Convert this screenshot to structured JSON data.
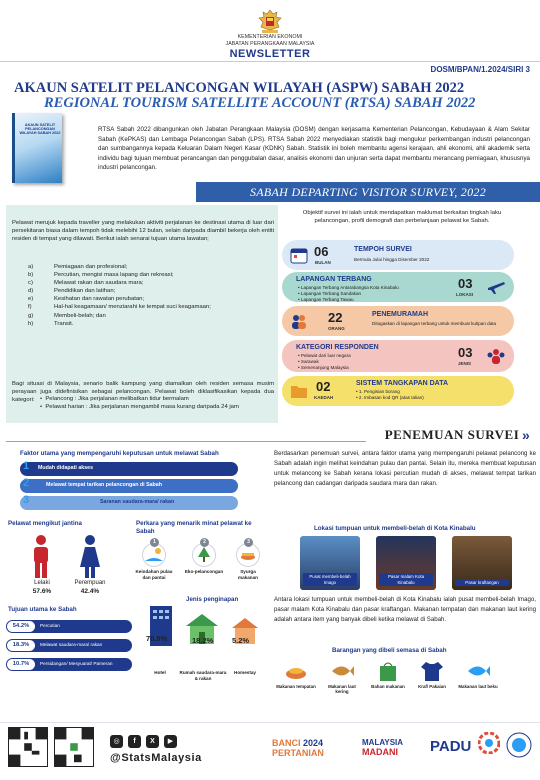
{
  "header": {
    "org_line1": "KEMENTERIAN EKONOMI",
    "org_line2": "JABATAN PERANGKAAN MALAYSIA",
    "newsletter": "NEWSLETTER",
    "code": "DOSM/BPAN/1.2024/SIRI 3"
  },
  "title": {
    "malay": "AKAUN SATELIT PELANCONGAN WILAYAH (ASPW) SABAH 2022",
    "english": "REGIONAL TOURISM SATELLITE ACCOUNT (RTSA) SABAH 2022"
  },
  "cover": {
    "text": "AKAUN SATELIT PELANCONGAN WILAYAH SABAH 2022"
  },
  "intro": "RTSA Sabah 2022 dibangunkan oleh Jabatan Perangkaan Malaysia (DOSM) dengan kerjasama Kementerian Pelancongan, Kebudayaan & Alam Sekitar Sabah (KePKAS) dan Lembaga Pelancongan Sabah (LPS). RTSA Sabah 2022 menyediakan statistik bagi mengukur perkembangan industri pelancongan dan sumbangannya kepada Keluaran Dalam Negeri Kasar (KDNK) Sabah. Statistik ini boleh membantu agensi kerajaan, ahli ekonomi, ahli akademik serta individu bagi tujuan membuat perancangan dan penggubalan dasar, analisis ekonomi dan unjuran serta dapat membantu merancang perniagaan, khususnya industri pelancongan.",
  "banner": "SABAH DEPARTING VISITOR SURVEY, 2022",
  "definition": {
    "p1": "Pelawat merujuk kepada traveller yang melakukan aktiviti perjalanan ke destinasi utama di luar dari persekitaran biasa dalam tempoh tidak melebihi 12 bulan, selain daripada diambil bekerja oleh entiti residen di tempat yang dilawati. Berikut ialah senarai tujuan utama lawatan;",
    "list": [
      {
        "k": "a)",
        "v": "Pemiagaan dan profesional;"
      },
      {
        "k": "b)",
        "v": "Percutian, mengisi masa lapang dan rekreasi;"
      },
      {
        "k": "c)",
        "v": "Melawat rakan dan saudara mara;"
      },
      {
        "k": "d)",
        "v": "Pendidikan dan latihan;"
      },
      {
        "k": "e)",
        "v": "Kesihatan dan rawatan perubatan;"
      },
      {
        "k": "f)",
        "v": "Hal-hal keagamaan/ menziarahi ke tempat suci keagamaan;"
      },
      {
        "k": "g)",
        "v": "Membeli-belah; dan"
      },
      {
        "k": "h)",
        "v": "Transit."
      }
    ],
    "p2": "Bagi situasi di Malaysia, senario balik kampung yang diamalkan oleh residen semasa musim perayaan juga didefinisikan sebagai pelancongan. Pelawat boleh diklasifikasikan kepada dua kategori:",
    "sub": [
      "Pelancong        : Jika perjalanan melibatkan tidur bermalam",
      "Pelawat harian  : Jika perjalanan mengambil masa kurang daripada 24 jam"
    ]
  },
  "objective": "Objektif survei ini ialah untuk mendapatkan maklumat berkaitan tingkah laku pelancongan, profil demografi dan perbelanjaan pelawat ke Sabah.",
  "survey": {
    "period": {
      "num": "06",
      "unit": "BULAN",
      "title": "TEMPOH SURVEI",
      "text": "Bermula Julai hingga Disember 2022"
    },
    "fields": {
      "num": "03",
      "unit": "LOKASI",
      "title": "LAPANGAN TERBANG",
      "items": [
        "Lapangan Terbang Antarabangsa Kota Kinabalu",
        "Lapangan Terbang Sandakan",
        "Lapangan Terbang Tawau"
      ]
    },
    "enumerators": {
      "num": "22",
      "unit": "ORANG",
      "title": "PENEMURAMAH",
      "text": "Ditugaskan di lapangan terbang untuk membuat kutipan data"
    },
    "categories": {
      "num": "03",
      "unit": "JENIS",
      "title": "KATEGORI RESPONDEN",
      "items": [
        "Pelawat dari luar negara",
        "Sarawak",
        "Semenanjung Malaysia"
      ]
    },
    "methods": {
      "num": "02",
      "unit": "KAEDAH",
      "title": "SISTEM TANGKAPAN DATA",
      "items": [
        "1. Pengisian borang",
        "2. Imbasan kod QR (atas talian)"
      ]
    }
  },
  "findings": {
    "heading": "PENEMUAN SURVEI",
    "factors": {
      "title": "Faktor utama yang mempengaruhi keputusan untuk melawat Sabah",
      "items": [
        {
          "n": "1",
          "label": "Mudah didapati",
          "label_full": "Mudah didapati akses"
        },
        {
          "n": "2",
          "label": "Melawat tempat tarikan pelancongan di Sabah"
        },
        {
          "n": "3",
          "label": "Saranan saudara-mara/ rakan"
        }
      ]
    },
    "gender": {
      "title": "Pelawat mengikut jantina",
      "male_label": "Lelaki",
      "male_pct": "57.6%",
      "female_label": "Perempuan",
      "female_pct": "42.4%"
    },
    "attractions": {
      "title": "Perkara yang menarik minat pelawat ke Sabah",
      "items": [
        {
          "n": "1",
          "label": "Keindahan pulau dan pantai"
        },
        {
          "n": "2",
          "label": "Eko-pelancongan"
        },
        {
          "n": "3",
          "label": "Syurga makanan"
        }
      ]
    },
    "purpose": {
      "title": "Tujuan utama ke Sabah",
      "items": [
        {
          "pct": "54.2%",
          "label": "Percutian"
        },
        {
          "pct": "18.3%",
          "label": "Melawat saudara-mara/ rakan"
        },
        {
          "pct": "10.7%",
          "label": "Persidangan/ Mesyuarat/ Pameran"
        }
      ]
    },
    "accommodation": {
      "title": "Jenis penginapan",
      "items": [
        {
          "pct": "70.9%",
          "label": "Hotel"
        },
        {
          "pct": "18.2%",
          "label": "Rumah saudara-mara & rakan"
        },
        {
          "pct": "5.2%",
          "label": "Homestay"
        }
      ]
    },
    "text1": "Berdasarkan penemuan survei, antara faktor utama yang mempengaruhi pelawat pelancong ke Sabah adalah ingin melihat keindahan pulau dan pantai. Selain itu, mereka membuat keputusan untuk melancong ke Sabah kerana lokasi percutian mudah di akses, melawat tempat tarikan pelancong dan cadangan daripada saudara mara dan rakan.",
    "shopping_title": "Lokasi tumpuan untuk membeli-belah di Kota Kinabalu",
    "shopping": [
      "Pusat membeli-belah Imago",
      "Pasar malam Kota Kinabalu",
      "Pasar kraftangan"
    ],
    "text2": "Antara lokasi tumpuan untuk membeli-belah di Kota Kinabalu ialah pusat membeli-belah Imago, pasar malam Kota Kinabalu dan pasar kraftangan. Makanan tempatan dan makanan laut kering adalah antara item yang banyak dibeli ketika melawat di Sabah.",
    "goods_title": "Barangan yang dibeli semasa di Sabah",
    "goods": [
      "Makanan tempatan",
      "Makanan laut kering",
      "Bahan makanan",
      "Kraf/ Pakaian",
      "Makanan laut beku"
    ]
  },
  "footer": {
    "handle": "@StatsMalaysia",
    "social": [
      "◎",
      "f",
      "X",
      "▶"
    ],
    "logos": {
      "banci_a": "BANCI",
      "banci_b": "2024",
      "banci_c": "PERTANIAN",
      "madani_a": "MALAYSIA",
      "madani_b": "MADANI",
      "padu": "PADU"
    }
  },
  "colors": {
    "navy": "#1f3a8c",
    "teal": "#a8d8d0",
    "orange": "#f5b183",
    "pink": "#f4c4c0",
    "yellow": "#f6e06c",
    "sky": "#bcd9f3",
    "mint": "#dff0ec"
  }
}
